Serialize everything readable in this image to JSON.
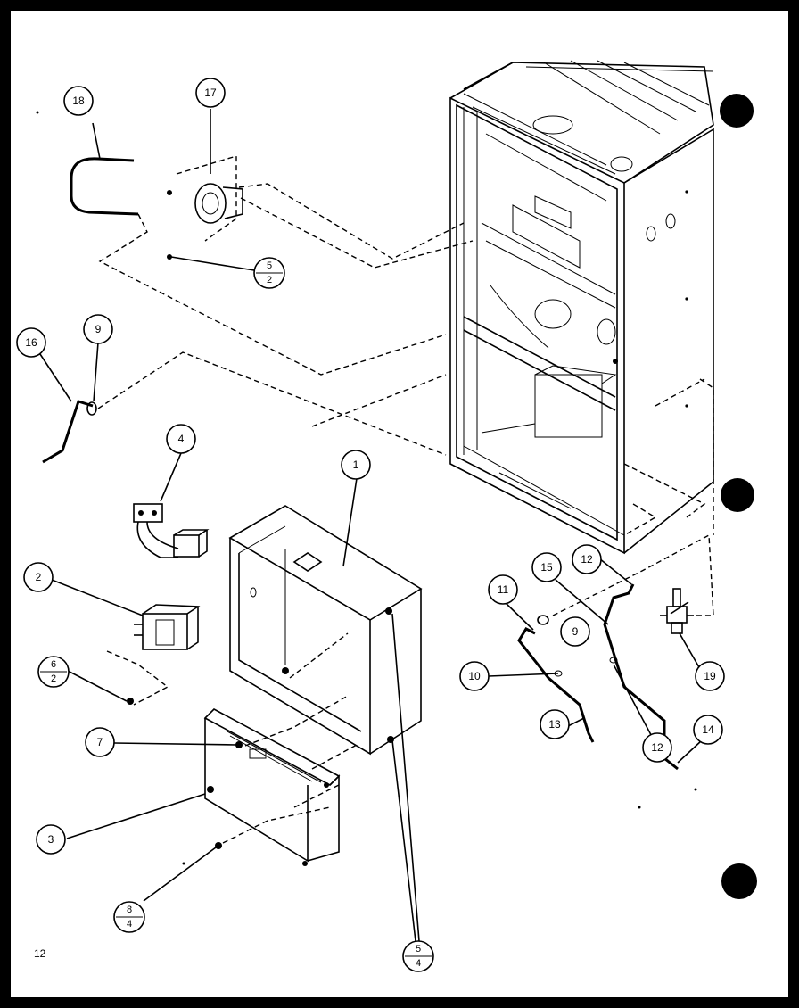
{
  "page_number": "12",
  "callouts": [
    {
      "id": "c1",
      "label": "1"
    },
    {
      "id": "c2",
      "label": "2"
    },
    {
      "id": "c3",
      "label": "3"
    },
    {
      "id": "c4",
      "label": "4"
    },
    {
      "id": "c7",
      "label": "7"
    },
    {
      "id": "c9a",
      "label": "9"
    },
    {
      "id": "c9b",
      "label": "9"
    },
    {
      "id": "c10",
      "label": "10"
    },
    {
      "id": "c11",
      "label": "11"
    },
    {
      "id": "c12a",
      "label": "12"
    },
    {
      "id": "c12b",
      "label": "12"
    },
    {
      "id": "c13",
      "label": "13"
    },
    {
      "id": "c14",
      "label": "14"
    },
    {
      "id": "c15",
      "label": "15"
    },
    {
      "id": "c16",
      "label": "16"
    },
    {
      "id": "c17",
      "label": "17"
    },
    {
      "id": "c18",
      "label": "18"
    },
    {
      "id": "c19",
      "label": "19"
    }
  ],
  "fraction_callouts": [
    {
      "id": "f52",
      "top": "5",
      "bottom": "2"
    },
    {
      "id": "f62",
      "top": "6",
      "bottom": "2"
    },
    {
      "id": "f84",
      "top": "8",
      "bottom": "4"
    },
    {
      "id": "f54",
      "top": "5",
      "bottom": "4"
    }
  ],
  "colors": {
    "ink": "#000000",
    "paper": "#ffffff"
  }
}
